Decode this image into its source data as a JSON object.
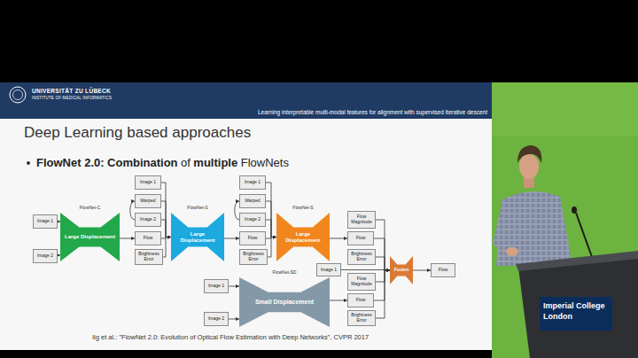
{
  "diagram": {
    "title": "Deep Learning based approaches",
    "caption": "Ilg et al.: \"FlowNet 2.0: Evolution of Optical Flow Estimation with Deep Networks\", CVPR 2017",
    "nodes": [
      {
        "text": [
          "Image 1"
        ]
      },
      {
        "text": [
          "Image 2"
        ]
      },
      {
        "text": [
          "FlowNet-C",
          "Large Displacement"
        ]
      },
      {
        "text": [
          "Image 1"
        ]
      },
      {
        "text": [
          "Warped"
        ]
      },
      {
        "text": [
          "Image 2"
        ]
      },
      {
        "text": [
          "Flow"
        ]
      },
      {
        "text": [
          "Brightness Error"
        ]
      },
      {
        "text": [
          "FlowNet-S",
          "Large Displacement"
        ]
      },
      {
        "text": [
          "Image 1"
        ]
      },
      {
        "text": [
          "Warped"
        ]
      },
      {
        "text": [
          "Image 2"
        ]
      },
      {
        "text": [
          "Flow"
        ]
      },
      {
        "text": [
          "Brightness Error"
        ]
      },
      {
        "text": [
          "FlowNet-S",
          "Large Displacement"
        ]
      },
      {
        "text": [
          "Flow Magnitude"
        ]
      },
      {
        "text": [
          "Flow"
        ]
      },
      {
        "text": [
          "Brightness Error"
        ]
      },
      {
        "text": [
          "Image 1"
        ]
      },
      {
        "text": [
          "Image 1"
        ]
      },
      {
        "text": [
          "Image 2"
        ]
      },
      {
        "text": [
          "FlowNet-SD",
          "Small Displacement"
        ]
      },
      {
        "text": [
          "Flow Magnitude"
        ]
      },
      {
        "text": [
          "Flow"
        ]
      },
      {
        "text": [
          "Brightness Error"
        ]
      },
      {
        "text": [
          "Fusion"
        ]
      },
      {
        "text": [
          "Flow"
        ]
      }
    ],
    "edges": [
      {
        "from": 0,
        "to": 2,
        "arrow": "to"
      },
      {
        "from": 1,
        "to": 2,
        "arrow": "to"
      },
      {
        "from": 2,
        "to": 6,
        "arrow": "to"
      },
      {
        "from": 3,
        "to": 8,
        "arrow": "to"
      },
      {
        "from": 4,
        "to": 8,
        "arrow": "to"
      },
      {
        "from": 5,
        "to": 8,
        "arrow": "to"
      },
      {
        "from": 6,
        "to": 8,
        "arrow": "to"
      },
      {
        "from": 7,
        "to": 8,
        "arrow": "to"
      },
      {
        "from": 5,
        "to": 4,
        "arrow": "to"
      },
      {
        "from": 8,
        "to": 12,
        "arrow": "to"
      },
      {
        "from": 9,
        "to": 14,
        "arrow": "to"
      },
      {
        "from": 10,
        "to": 14,
        "arrow": "to"
      },
      {
        "from": 11,
        "to": 14,
        "arrow": "to"
      },
      {
        "from": 12,
        "to": 14,
        "arrow": "to"
      },
      {
        "from": 13,
        "to": 14,
        "arrow": "to"
      },
      {
        "from": 11,
        "to": 10,
        "arrow": "to"
      },
      {
        "from": 14,
        "to": 16,
        "arrow": "to"
      },
      {
        "from": 15,
        "to": 25,
        "arrow": "to"
      },
      {
        "from": 16,
        "to": 25,
        "arrow": "to"
      },
      {
        "from": 17,
        "to": 25,
        "arrow": "to"
      },
      {
        "from": 18,
        "to": 25,
        "arrow": "to"
      },
      {
        "from": 19,
        "to": 21,
        "arrow": "to"
      },
      {
        "from": 20,
        "to": 21,
        "arrow": "to"
      },
      {
        "from": 21,
        "to": 23,
        "arrow": "to"
      },
      {
        "from": 22,
        "to": 25,
        "arrow": "to"
      },
      {
        "from": 23,
        "to": 25,
        "arrow": "to"
      },
      {
        "from": 24,
        "to": 25,
        "arrow": "to"
      },
      {
        "from": 25,
        "to": 26,
        "arrow": "to"
      }
    ],
    "labels": [
      "UNIVERSITÄT ZU LÜBECK",
      "INSTITUTE OF MEDICAL INFORMATICS",
      "Learning interpretable multi-modal features for alignment with supervised iterative descent",
      "FlowNet 2.0:",
      "Combination",
      "of",
      "multiple",
      "FlowNets",
      "Imperial College",
      "London"
    ]
  }
}
